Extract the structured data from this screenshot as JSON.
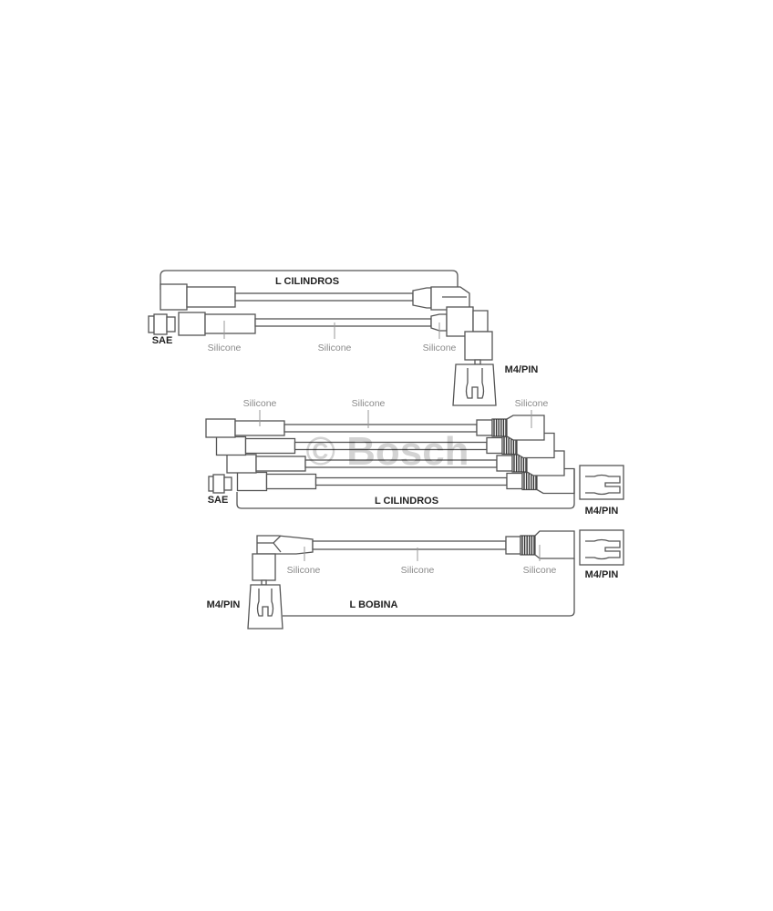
{
  "watermark": "© Bosch",
  "top_set": {
    "length_label": "L  CILINDROS",
    "sae_label": "SAE",
    "silicone_labels": [
      "Silicone",
      "Silicone",
      "Silicone"
    ],
    "terminal_label": "M4/PIN"
  },
  "middle_set": {
    "silicone_labels": [
      "Silicone",
      "Silicone",
      "Silicone"
    ],
    "sae_label": "SAE",
    "length_label": "L  CILINDROS",
    "terminal_label": "M4/PIN"
  },
  "bottom_set": {
    "silicone_labels": [
      "Silicone",
      "Silicone",
      "Silicone"
    ],
    "terminal_left_label": "M4/PIN",
    "terminal_right_label": "M4/PIN",
    "length_label": "L  BOBINA"
  }
}
